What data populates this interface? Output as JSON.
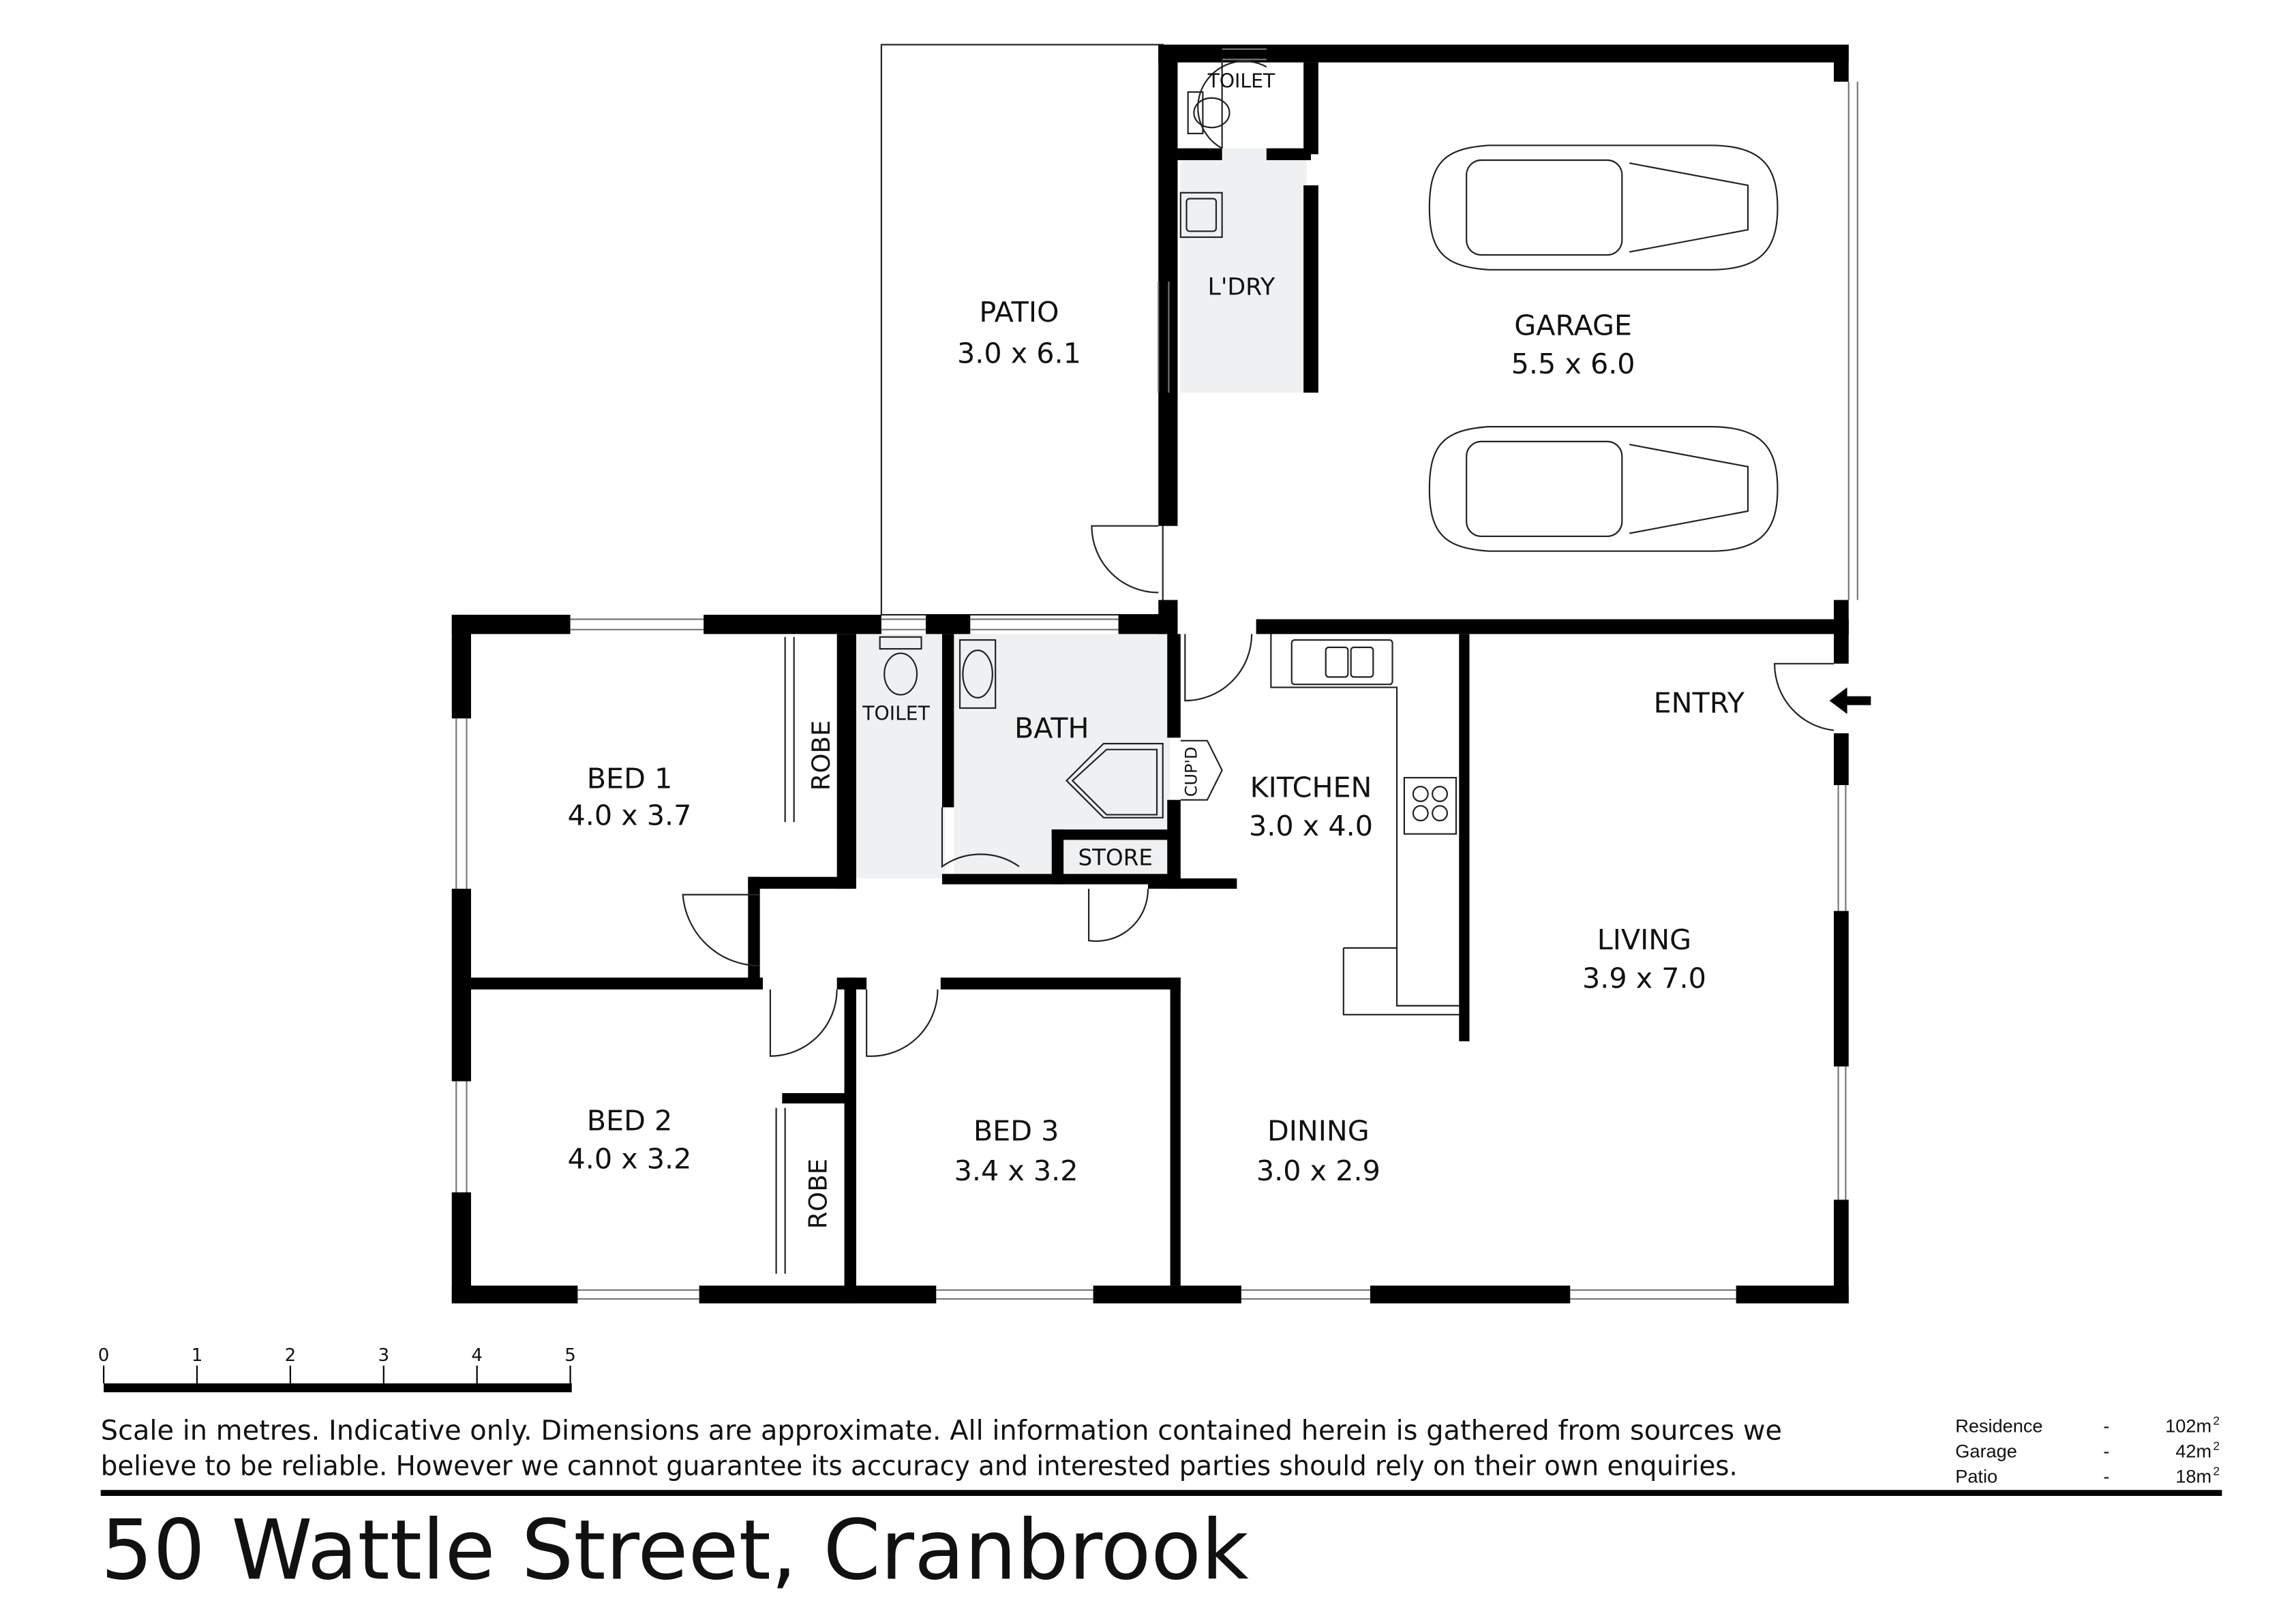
{
  "rooms": {
    "patio": {
      "name": "PATIO",
      "dims": "3.0 x 6.1"
    },
    "garage": {
      "name": "GARAGE",
      "dims": "5.5 x 6.0"
    },
    "toilet_upper": {
      "name": "TOILET"
    },
    "laundry": {
      "name": "L'DRY"
    },
    "bed1": {
      "name": "BED 1",
      "dims": "4.0 x 3.7"
    },
    "robe1": {
      "name": "ROBE"
    },
    "toilet": {
      "name": "TOILET"
    },
    "bath": {
      "name": "BATH"
    },
    "cupboard": {
      "name": "CUP'D"
    },
    "store": {
      "name": "STORE"
    },
    "kitchen": {
      "name": "KITCHEN",
      "dims": "3.0 x 4.0"
    },
    "entry": {
      "name": "ENTRY"
    },
    "living": {
      "name": "LIVING",
      "dims": "3.9 x 7.0"
    },
    "bed2": {
      "name": "BED 2",
      "dims": "4.0 x 3.2"
    },
    "robe2": {
      "name": "ROBE"
    },
    "bed3": {
      "name": "BED 3",
      "dims": "3.4 x 3.2"
    },
    "dining": {
      "name": "DINING",
      "dims": "3.0 x 2.9"
    }
  },
  "scale": {
    "ticks": [
      "0",
      "1",
      "2",
      "3",
      "4",
      "5"
    ]
  },
  "disclaimer": {
    "line1": "Scale in metres. Indicative only. Dimensions are approximate. All information contained herein is gathered from sources we",
    "line2": "believe to be reliable. However we cannot guarantee its accuracy and interested parties should rely on their own enquiries."
  },
  "areas": [
    {
      "label": "Residence",
      "sep": "-",
      "value": "102m",
      "unit_sup": "2"
    },
    {
      "label": "Garage",
      "sep": "-",
      "value": "42m",
      "unit_sup": "2"
    },
    {
      "label": "Patio",
      "sep": "-",
      "value": "18m",
      "unit_sup": "2"
    }
  ],
  "title": "50 Wattle Street, Cranbrook"
}
